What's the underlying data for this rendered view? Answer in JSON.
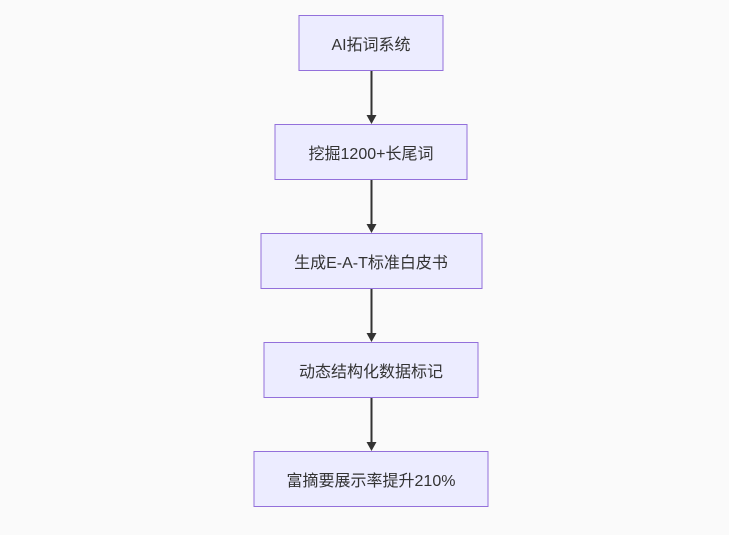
{
  "diagram": {
    "type": "flowchart",
    "direction": "top-down",
    "nodes": [
      {
        "id": "step-1",
        "label": "AI拓词系统"
      },
      {
        "id": "step-2",
        "label": "挖掘1200+长尾词"
      },
      {
        "id": "step-3",
        "label": "生成E-A-T标准白皮书"
      },
      {
        "id": "step-4",
        "label": "动态结构化数据标记"
      },
      {
        "id": "step-5",
        "label": "富摘要展示率提升210%"
      }
    ],
    "edges": [
      {
        "from": "step-1",
        "to": "step-2"
      },
      {
        "from": "step-2",
        "to": "step-3"
      },
      {
        "from": "step-3",
        "to": "step-4"
      },
      {
        "from": "step-4",
        "to": "step-5"
      }
    ],
    "colors": {
      "background": "#fafafa",
      "node_fill": "#ECECFF",
      "node_border": "#9370DB",
      "arrow": "#333333",
      "text": "#333333"
    }
  }
}
